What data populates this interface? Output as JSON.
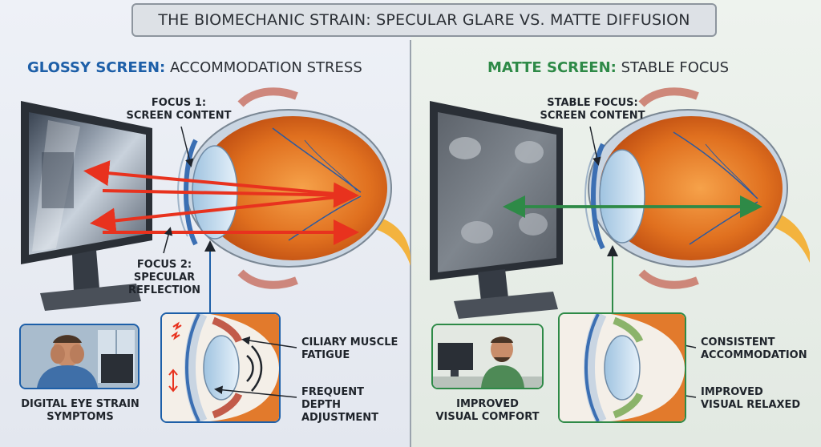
{
  "title": "THE BIOMECHANIC STRAIN: SPECULAR GLARE VS. MATTE DIFFUSION",
  "colors": {
    "glossy_accent": "#1d5fa8",
    "matte_accent": "#2e8a47",
    "arrow_red": "#e8321e",
    "arrow_green": "#2e8a47"
  },
  "left": {
    "heading_highlight": "GLOSSY SCREEN:",
    "heading_rest": " ACCOMMODATION STRESS",
    "focus1": "FOCUS 1:\nSCREEN CONTENT",
    "focus2": "FOCUS 2:\nSPECULAR\nREFLECTION",
    "symptom_caption": "DIGITAL EYE STRAIN\nSYMPTOMS",
    "detail_label_1": "CILIARY MUSCLE\nFATIGUE",
    "detail_label_2": "FREQUENT DEPTH\nADJUSTMENT"
  },
  "right": {
    "heading_highlight": "MATTE SCREEN:",
    "heading_rest": " STABLE FOCUS",
    "focus": "STABLE FOCUS:\nSCREEN CONTENT",
    "comfort_caption": "IMPROVED\nVISUAL COMFORT",
    "detail_label_1": "CONSISTENT\nACCOMMODATION",
    "detail_label_2": "IMPROVED\nVISUAL RELAXED"
  }
}
